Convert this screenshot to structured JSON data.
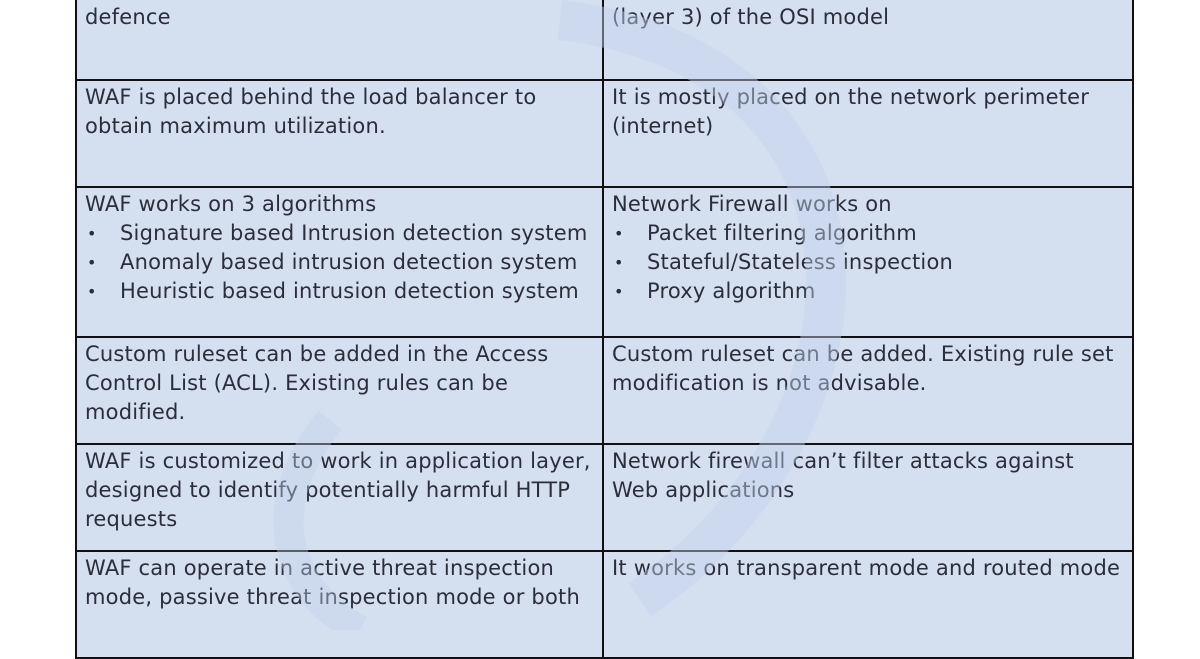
{
  "rows": [
    {
      "left": "defence",
      "right": "(layer 3) of the OSI model"
    },
    {
      "left": "WAF is placed behind the load balancer to obtain maximum utilization.",
      "right": "It is mostly placed on the network perimeter (internet)"
    },
    {
      "left_heading": "WAF works on 3 algorithms",
      "left_items": [
        "Signature based Intrusion detection system",
        "Anomaly based intrusion detection system",
        "Heuristic based intrusion detection system"
      ],
      "right_heading": "Network Firewall works on",
      "right_items": [
        "Packet filtering algorithm",
        "Stateful/Stateless inspection",
        "Proxy algorithm"
      ]
    },
    {
      "left": "Custom ruleset can be added in the Access Control List (ACL). Existing rules can be modified.",
      "right": "Custom ruleset can be added. Existing rule set modification is not advisable."
    },
    {
      "left": "WAF is customized to work in application layer, designed to identify potentially harmful HTTP requests",
      "right": "Network firewall can’t filter attacks against Web applications"
    },
    {
      "left": "WAF can operate in active threat inspection mode, passive threat inspection mode or both",
      "right": "It works on transparent mode and routed mode"
    }
  ],
  "colors": {
    "table_bg": "#d4dff0",
    "border": "#111111",
    "text": "#2b2e3a"
  }
}
